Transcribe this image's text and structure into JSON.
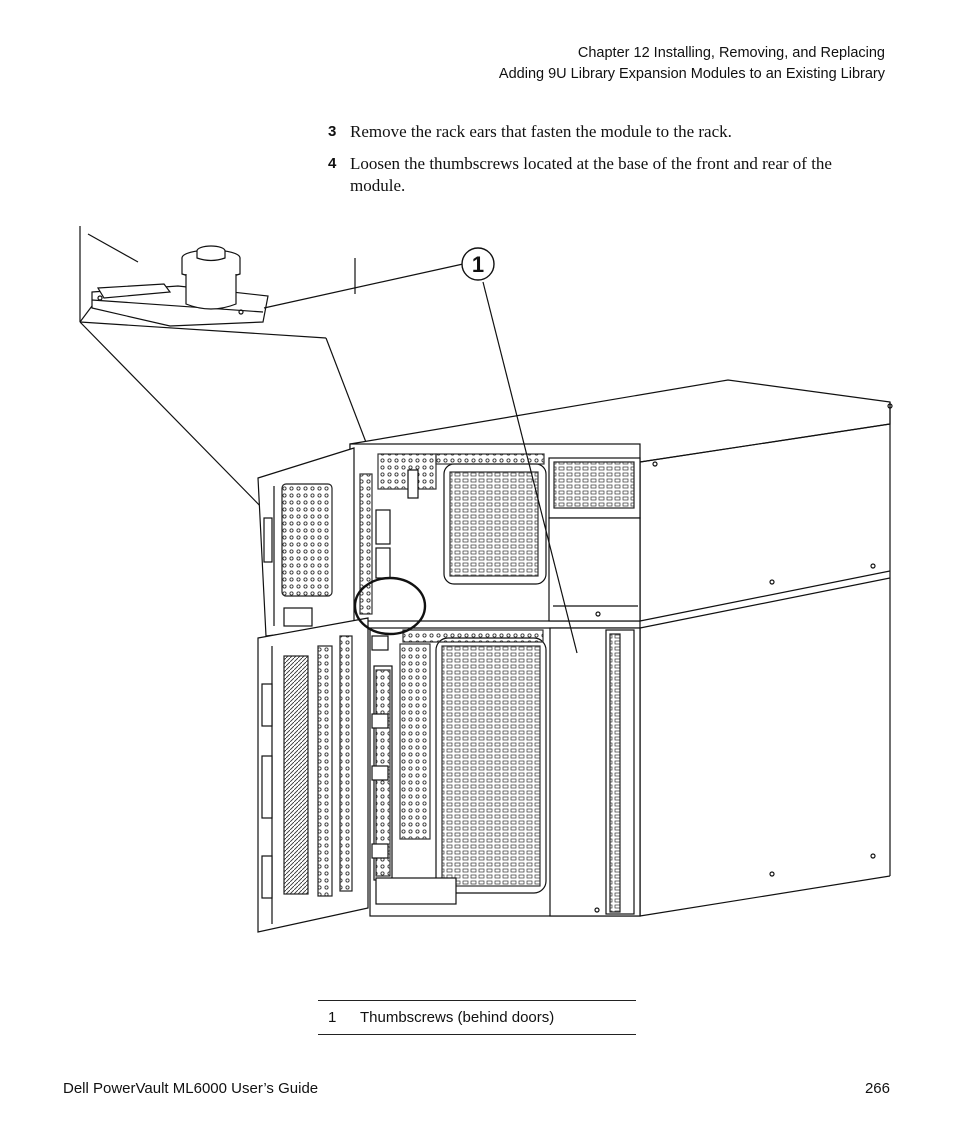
{
  "header": {
    "chapter": "Chapter 12  Installing, Removing, and Replacing",
    "section": "Adding 9U Library Expansion Modules to an Existing Library"
  },
  "steps": [
    {
      "number": "3",
      "text": "Remove the rack ears that fasten the module to the rack."
    },
    {
      "number": "4",
      "text": "Loosen the thumbscrews located at the base of the front and rear of the module."
    }
  ],
  "figure": {
    "callout": "1"
  },
  "legend": [
    {
      "number": "1",
      "label": "Thumbscrews (behind doors)"
    }
  ],
  "footer": {
    "guide": "Dell PowerVault ML6000 User’s Guide",
    "page": "266"
  }
}
